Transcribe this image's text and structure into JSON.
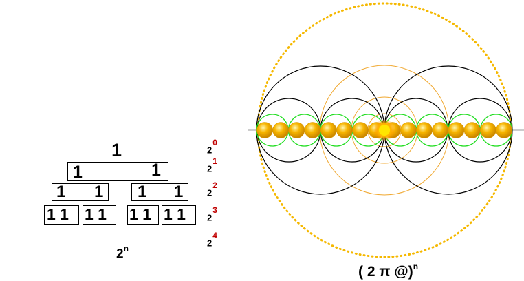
{
  "tree": {
    "top": "1",
    "row1": [
      "1",
      "1"
    ],
    "row2": [
      "1",
      "1",
      "1",
      "1"
    ],
    "row3": [
      "1 1",
      "1 1",
      "1 1",
      "1 1"
    ]
  },
  "powers": {
    "base": "2",
    "exponents": [
      "0",
      "1",
      "2",
      "3",
      "4"
    ]
  },
  "bottom_label": {
    "base": "2",
    "exp": "n"
  },
  "formula": {
    "main": "( 2 π @)",
    "exp": "n"
  },
  "colors": {
    "exponent": "#c00000",
    "black_circle": "#000000",
    "green_circle": "#22dd22",
    "orange_circle": "#f0a830",
    "dotted_circle": "#f5b800",
    "sphere": "#f7b500"
  }
}
